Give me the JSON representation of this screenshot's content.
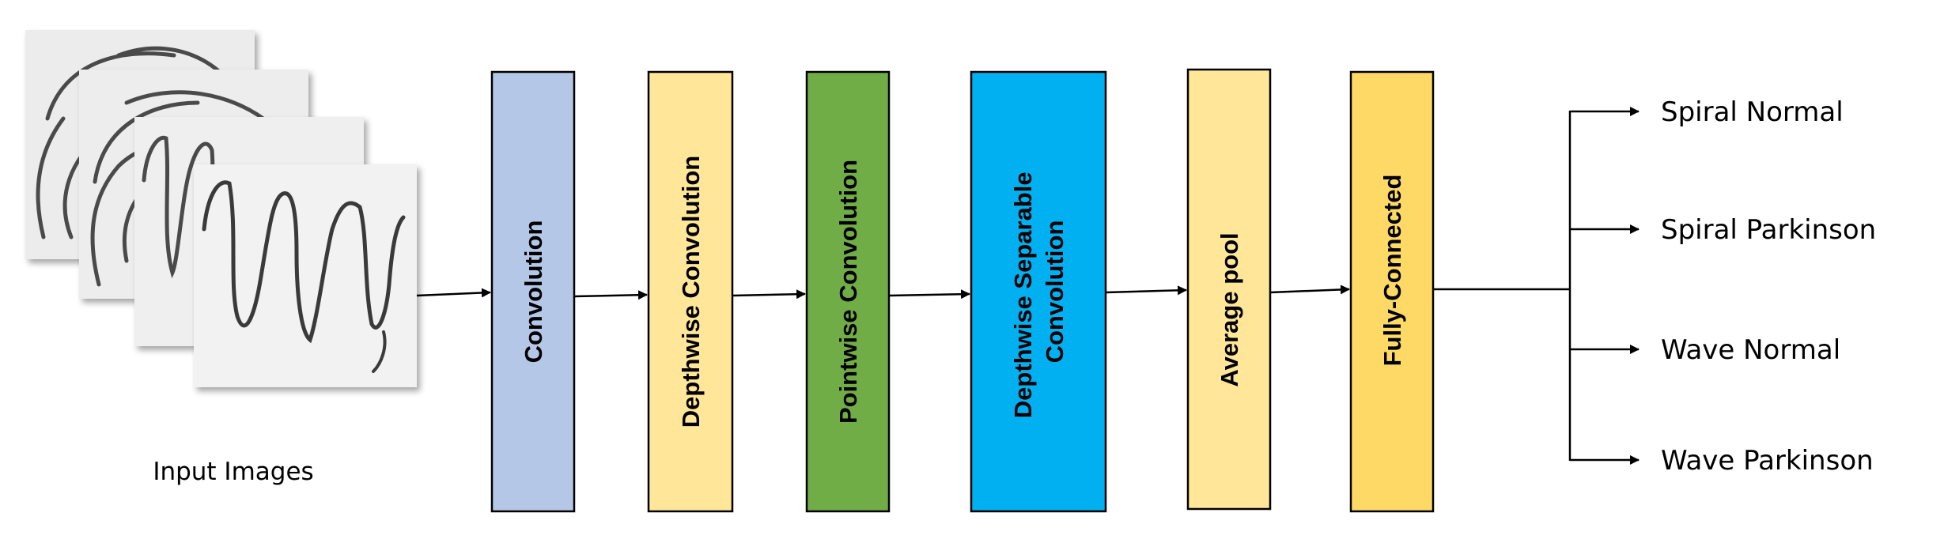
{
  "input": {
    "label": "Input Images"
  },
  "layers": [
    {
      "lines": [
        "Convolution"
      ],
      "color": "#b4c7e7"
    },
    {
      "lines": [
        "Depthwise Convolution"
      ],
      "color": "#ffe699"
    },
    {
      "lines": [
        "Pointwise Convolution"
      ],
      "color": "#70ad47"
    },
    {
      "lines": [
        "Depthwise Separable",
        "Convolution"
      ],
      "color": "#00b0f0"
    },
    {
      "lines": [
        "Average pool"
      ],
      "color": "#ffe699"
    },
    {
      "lines": [
        "Fully-Connected"
      ],
      "color": "#ffd966"
    }
  ],
  "outputs": [
    "Spiral Normal",
    "Spiral Parkinson",
    "Wave Normal",
    "Wave Parkinson"
  ]
}
